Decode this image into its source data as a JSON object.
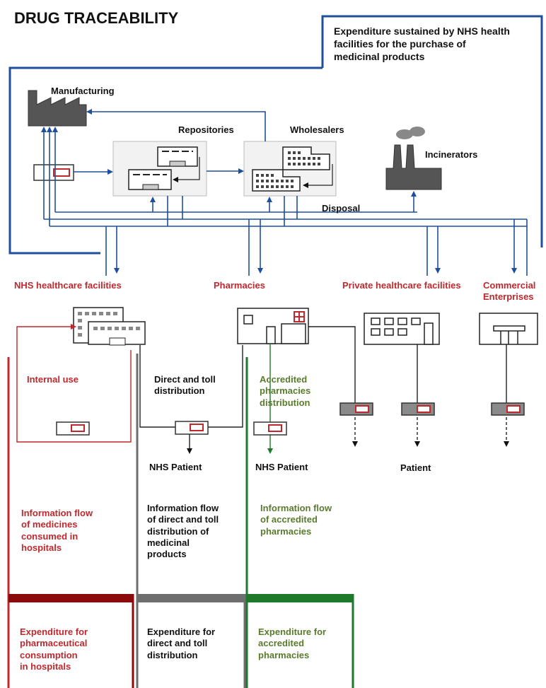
{
  "title": "DRUG TRACEABILITY",
  "expenditure_box": "Expenditure sustained by NHS health\nfacilities for the purchase of\nmedicinal products",
  "nodes": {
    "manufacturing": "Manufacturing",
    "repositories": "Repositories",
    "wholesalers": "Wholesalers",
    "incinerators": "Incinerators",
    "disposal": "Disposal"
  },
  "destinations": {
    "nhs_facilities": "NHS  healthcare facilities",
    "pharmacies": "Pharmacies",
    "private_facilities": "Private healthcare facilities",
    "commercial": "Commercial\nEnterprises"
  },
  "distribution": {
    "internal_use": "Internal use",
    "direct_toll": "Direct and toll\ndistribution",
    "accredited": "Accredited\npharmacies\ndistribution"
  },
  "patients": {
    "nhs_patient_1": "NHS Patient",
    "nhs_patient_2": "NHS Patient",
    "patient": "Patient"
  },
  "information_flows": {
    "hospitals": "Information flow\nof medicines\nconsumed  in\nhospitals",
    "direct_toll": "Information flow\nof direct and toll\ndistribution  of\nmedicinal\nproducts",
    "accredited": "Information flow\nof accredited\npharmacies"
  },
  "expenditures": {
    "hospitals": "Expenditure for\npharmaceutical\nconsumption\n in hospitals",
    "direct_toll": "Expenditure for\ndirect and toll\ndistribution",
    "accredited": "Expenditure for\naccredited\npharmacies"
  },
  "colors": {
    "blue": "#1f4e9c",
    "red": "#c0282d",
    "gray": "#6e6e6e",
    "green": "#1e7a2a",
    "accredited_text": "#5a7a2c"
  }
}
